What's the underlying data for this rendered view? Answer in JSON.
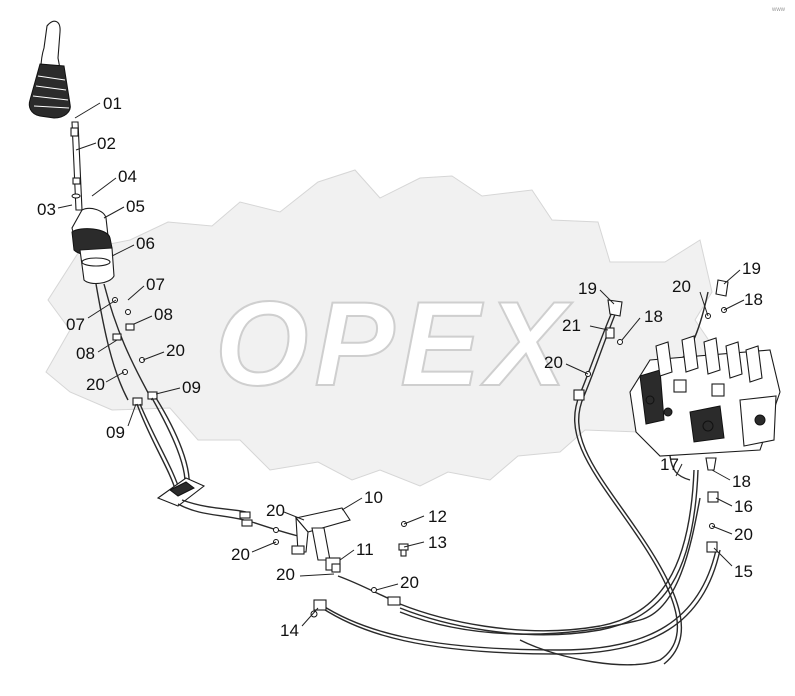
{
  "watermark": {
    "text": "OPEX"
  },
  "corner_mark": "www",
  "callouts": [
    {
      "id": "c01a",
      "label": "01"
    },
    {
      "id": "c02a",
      "label": "02"
    },
    {
      "id": "c03a",
      "label": "03"
    },
    {
      "id": "c04a",
      "label": "04"
    },
    {
      "id": "c05a",
      "label": "05"
    },
    {
      "id": "c06a",
      "label": "06"
    },
    {
      "id": "c07a",
      "label": "07"
    },
    {
      "id": "c07b",
      "label": "07"
    },
    {
      "id": "c08a",
      "label": "08"
    },
    {
      "id": "c08b",
      "label": "08"
    },
    {
      "id": "c20a",
      "label": "20"
    },
    {
      "id": "c20b",
      "label": "20"
    },
    {
      "id": "c09a",
      "label": "09"
    },
    {
      "id": "c09b",
      "label": "09"
    },
    {
      "id": "c10a",
      "label": "10"
    },
    {
      "id": "c20c",
      "label": "20"
    },
    {
      "id": "c20d",
      "label": "20"
    },
    {
      "id": "c11a",
      "label": "11"
    },
    {
      "id": "c12a",
      "label": "12"
    },
    {
      "id": "c13a",
      "label": "13"
    },
    {
      "id": "c20e",
      "label": "20"
    },
    {
      "id": "c20f",
      "label": "20"
    },
    {
      "id": "c14a",
      "label": "14"
    },
    {
      "id": "c19a",
      "label": "19"
    },
    {
      "id": "c21a",
      "label": "21"
    },
    {
      "id": "c18a",
      "label": "18"
    },
    {
      "id": "c20g",
      "label": "20"
    },
    {
      "id": "c20h",
      "label": "20"
    },
    {
      "id": "c19b",
      "label": "19"
    },
    {
      "id": "c18b",
      "label": "18"
    },
    {
      "id": "c17a",
      "label": "17"
    },
    {
      "id": "c18c",
      "label": "18"
    },
    {
      "id": "c16a",
      "label": "16"
    },
    {
      "id": "c20i",
      "label": "20"
    },
    {
      "id": "c15a",
      "label": "15"
    }
  ]
}
